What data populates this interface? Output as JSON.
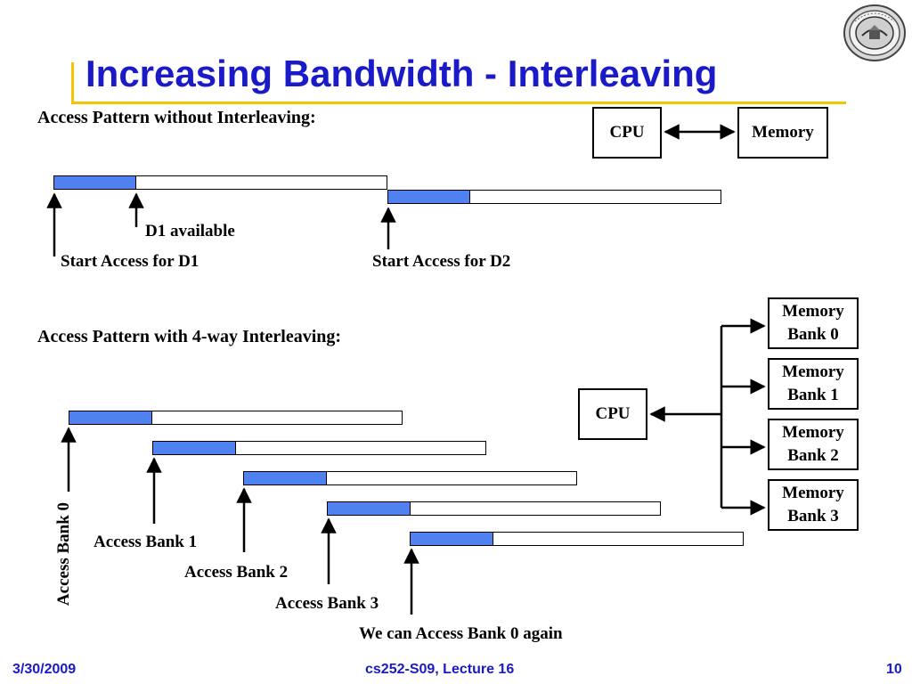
{
  "slide": {
    "title": "Increasing Bandwidth - Interleaving"
  },
  "section_without": {
    "heading": "Access Pattern without Interleaving:",
    "cpu_label": "CPU",
    "memory_label": "Memory",
    "d1_available": "D1 available",
    "start_d1": "Start Access for D1",
    "start_d2": "Start Access for D2"
  },
  "section_with": {
    "heading": "Access Pattern with 4-way Interleaving:",
    "cpu_label": "CPU",
    "banks": [
      {
        "line1": "Memory",
        "line2": "Bank 0"
      },
      {
        "line1": "Memory",
        "line2": "Bank 1"
      },
      {
        "line1": "Memory",
        "line2": "Bank 2"
      },
      {
        "line1": "Memory",
        "line2": "Bank 3"
      }
    ],
    "access_bank_0": "Access Bank 0",
    "access_bank_1": "Access Bank 1",
    "access_bank_2": "Access Bank 2",
    "access_bank_3": "Access Bank 3",
    "access_again": "We can Access Bank 0 again"
  },
  "footer": {
    "date": "3/30/2009",
    "course": "cs252-S09, Lecture 16",
    "page": "10"
  },
  "colors": {
    "title": "#1a1ac8",
    "rule": "#f5c400",
    "bar_fill": "#4f81f0"
  }
}
